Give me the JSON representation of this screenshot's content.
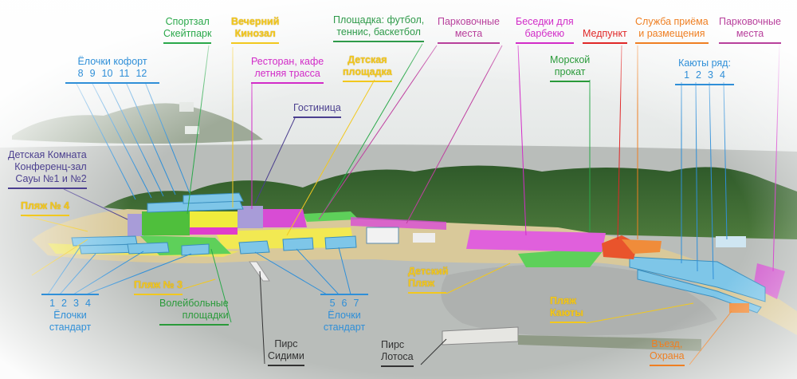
{
  "colors": {
    "blue": "#2f8fd8",
    "green": "#2aa84a",
    "yellow": "#f2c81e",
    "magenta": "#d22cc8",
    "purple": "#4b3f8f",
    "red": "#e02828",
    "orange": "#ef7f22",
    "dark": "#333333"
  },
  "labels": {
    "sport": [
      "Спортзал",
      "Скейтпарк"
    ],
    "cinema": [
      "Вечерний",
      "Кинозал"
    ],
    "courts": [
      "Площадка: футбол,",
      "теннис, баскетбол"
    ],
    "parking1": [
      "Парковочные",
      "места"
    ],
    "bbq": [
      "Беседки для",
      "барбекю"
    ],
    "medical": "Медпункт",
    "reception": [
      "Служба приёма",
      "и размещения"
    ],
    "parking2": [
      "Парковочные",
      "места"
    ],
    "comfort": {
      "title": "Ёлочки кофорт",
      "numbers": [
        "8",
        "9",
        "10",
        "11",
        "12"
      ]
    },
    "restaurant": [
      "Ресторан, кафе",
      "летняя трасса"
    ],
    "playground": [
      "Детская",
      "площадка"
    ],
    "rental": [
      "Морской",
      "прокат"
    ],
    "cabins": {
      "title": "Каюты ряд:",
      "numbers": [
        "1",
        "2",
        "3",
        "4"
      ]
    },
    "hotel": "Гостиница",
    "kidsroom": [
      "Детская Комната",
      "Конференц-зал",
      "Сауы №1 и №2"
    ],
    "beach4": "Пляж № 4",
    "beach3": "Пляж № 3",
    "std1": {
      "numbers": [
        "1",
        "2",
        "3",
        "4"
      ],
      "title": [
        "Ёлочки",
        "стандарт"
      ]
    },
    "volley": [
      "Волейбольные",
      "площадки"
    ],
    "std2": {
      "numbers": [
        "5",
        "6",
        "7"
      ],
      "title": [
        "Ёлочки",
        "стандарт"
      ]
    },
    "pier1": [
      "Пирс",
      "Сидими"
    ],
    "pier2": [
      "Пирс",
      "Лотоса"
    ],
    "kidsbeach": [
      "Детский",
      "Пляж"
    ],
    "cabinbeach": [
      "Пляж",
      "Каюты"
    ],
    "entrance": [
      "Въезд,",
      "Охрана"
    ]
  }
}
